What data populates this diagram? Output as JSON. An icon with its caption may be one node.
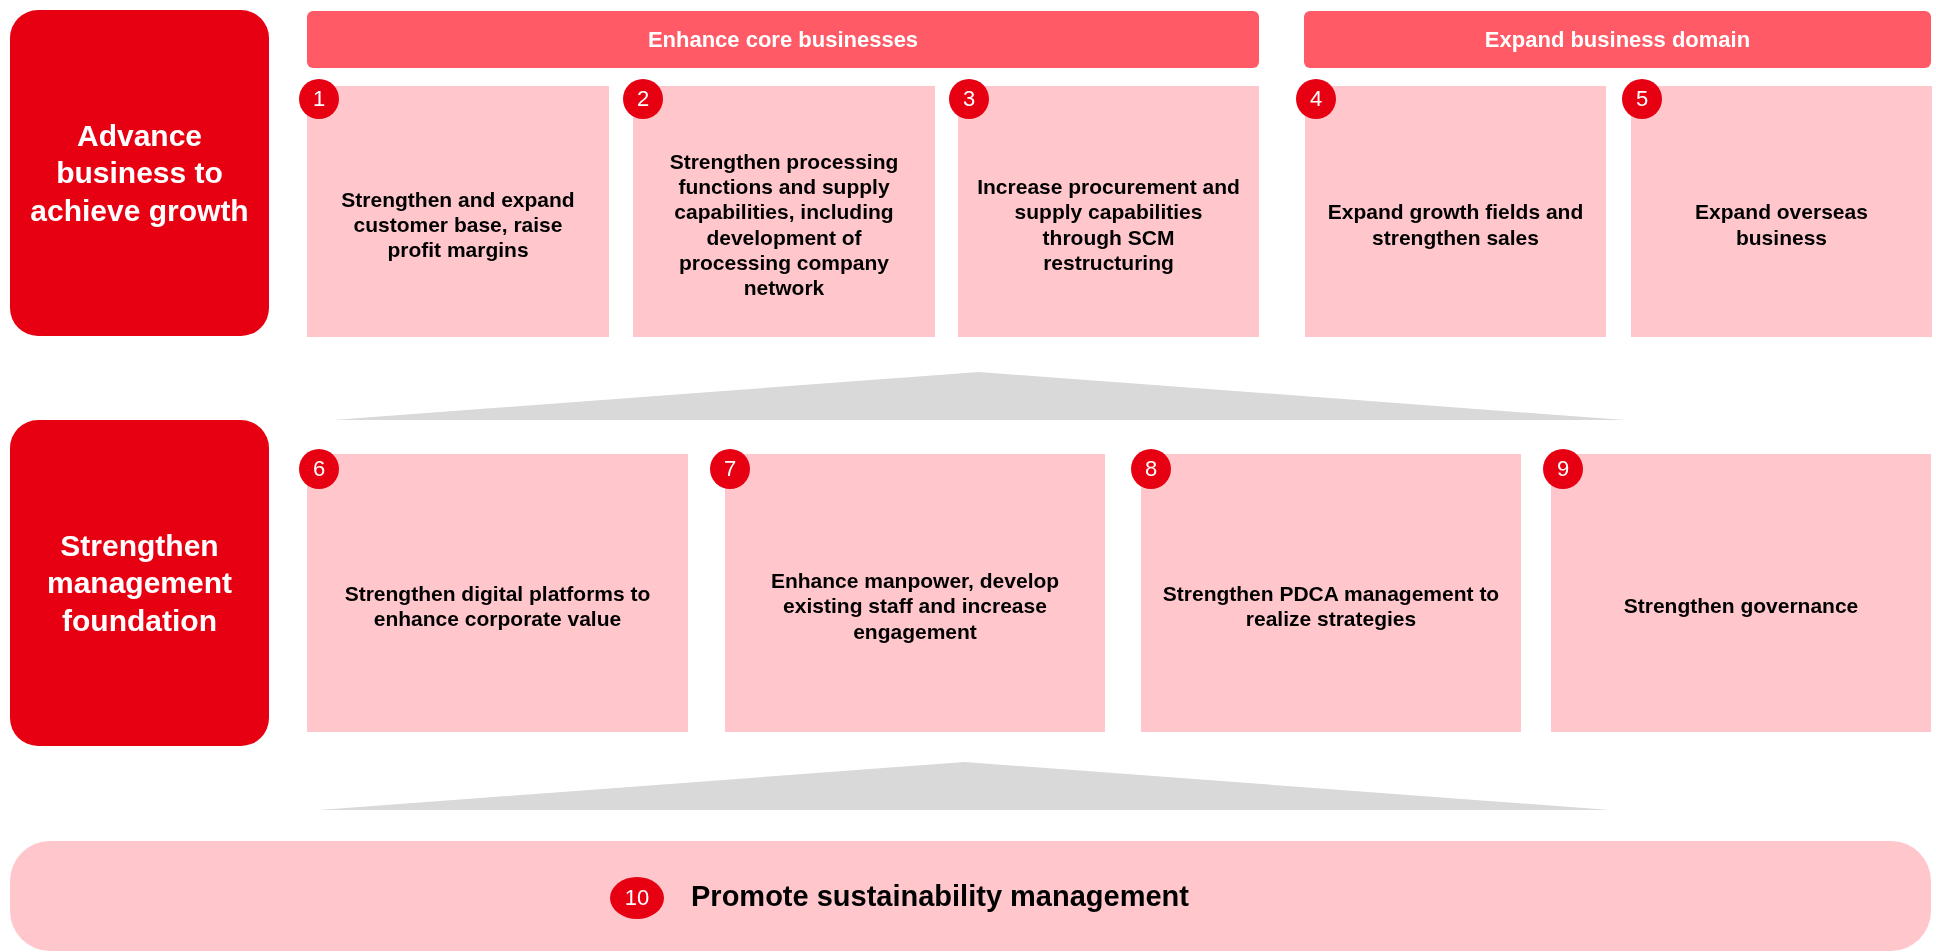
{
  "diagram": {
    "nodes": [
      {
        "text": [
          "Advance business to achieve growth"
        ]
      },
      {
        "text": [
          "Enhance core businesses"
        ]
      },
      {
        "text": [
          "Expand business domain"
        ]
      },
      {
        "text": [
          "Strengthen and expand customer base, raise profit margins"
        ]
      },
      {
        "text": [
          "1"
        ]
      },
      {
        "text": [
          "Strengthen processing functions and supply capabilities, including development of processing company network"
        ]
      },
      {
        "text": [
          "2"
        ]
      },
      {
        "text": [
          "Increase procurement and supply capabilities through SCM restructuring"
        ]
      },
      {
        "text": [
          "3"
        ]
      },
      {
        "text": [
          "Expand growth fields and strengthen sales"
        ]
      },
      {
        "text": [
          "4"
        ]
      },
      {
        "text": [
          "Expand overseas business"
        ]
      },
      {
        "text": [
          "5"
        ]
      },
      {
        "text": [],
        "shape": "trapezoid"
      },
      {
        "text": [
          "Strengthen management foundation"
        ]
      },
      {
        "text": [
          "Strengthen digital platforms to enhance corporate value"
        ]
      },
      {
        "text": [
          "6"
        ]
      },
      {
        "text": [
          "Enhance manpower, develop existing staff and increase engagement"
        ]
      },
      {
        "text": [
          "7"
        ]
      },
      {
        "text": [
          "Strengthen PDCA management to realize strategies"
        ]
      },
      {
        "text": [
          "8"
        ]
      },
      {
        "text": [
          "Strengthen governance"
        ]
      },
      {
        "text": [
          "9"
        ]
      },
      {
        "text": [],
        "shape": "trapezoid"
      },
      {
        "text": [
          "Promote sustainability management"
        ]
      },
      {
        "text": [
          "10"
        ],
        "in": 24
      }
    ]
  }
}
